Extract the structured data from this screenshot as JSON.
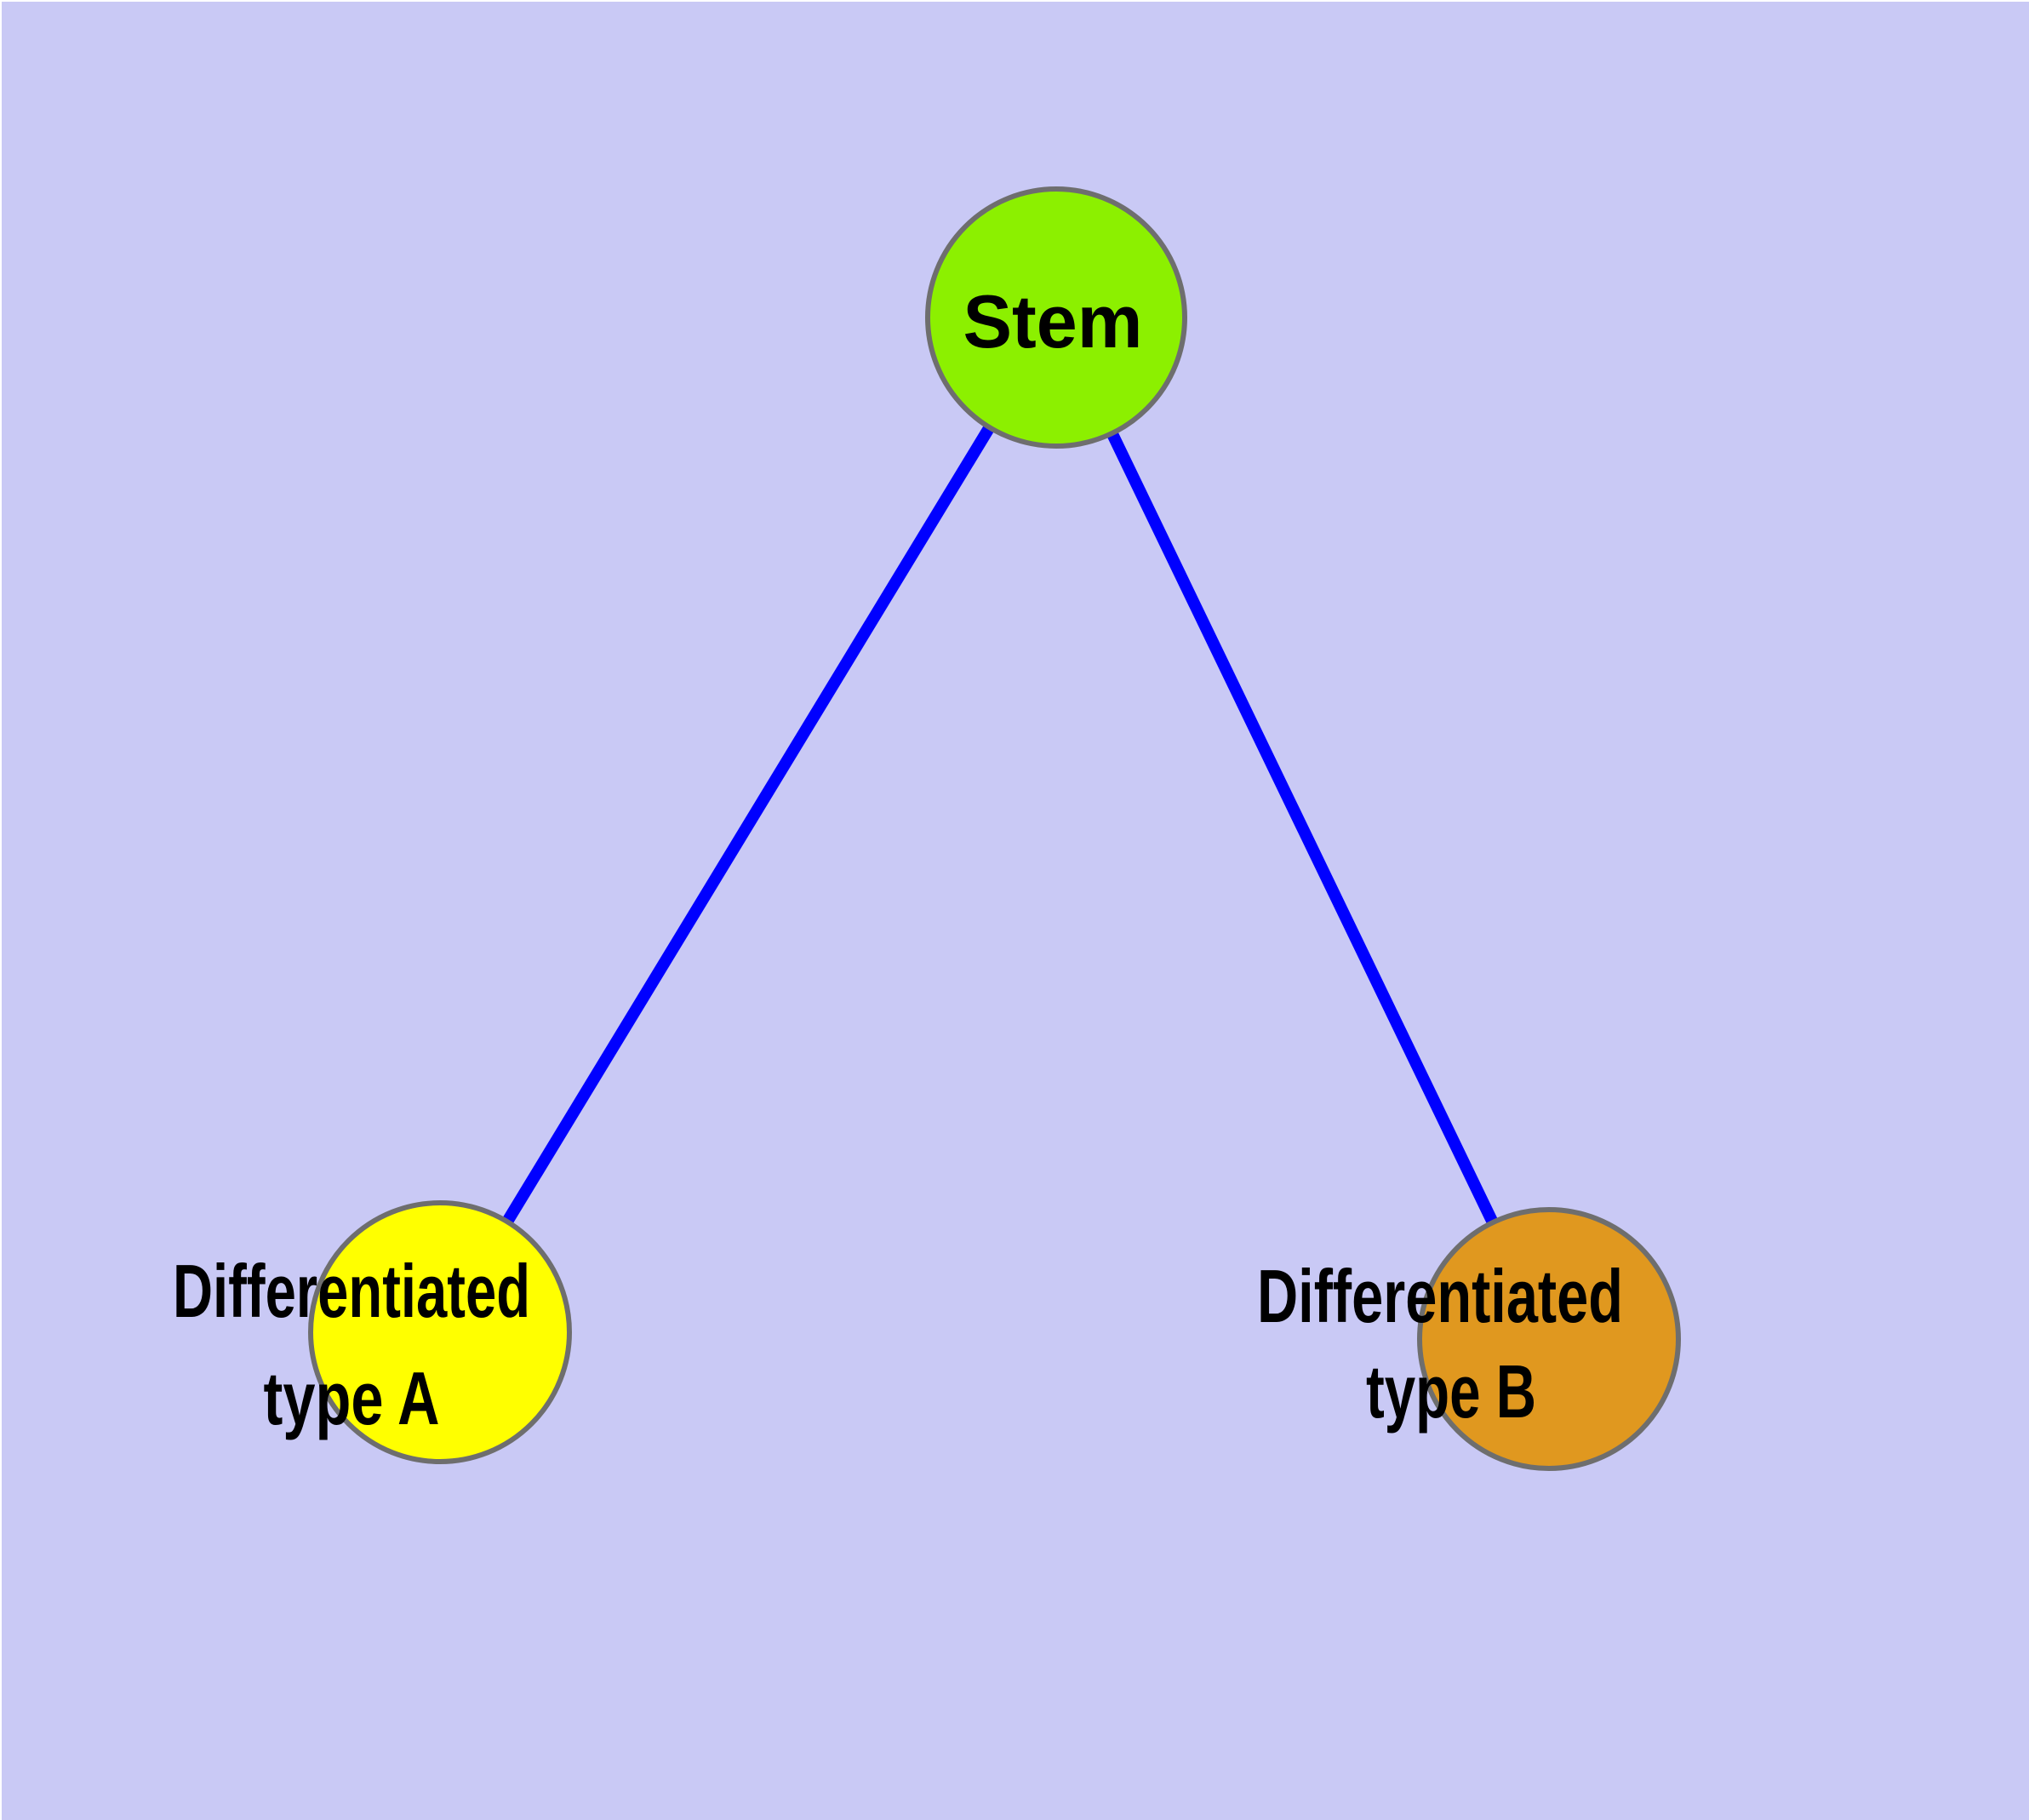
{
  "diagram": {
    "background_color": "#C9C9F5",
    "margin_color": "#FFFFFF",
    "edge_color": "#0000FF",
    "node_border_color": "#6E6E6E",
    "label_color": "#000000",
    "nodes": [
      {
        "id": "stem",
        "label": "Stem",
        "fill": "#8CF000"
      },
      {
        "id": "differentiated-type-a",
        "label_line1": "Differentiated",
        "label_line2": "type A",
        "fill": "#FFFF00"
      },
      {
        "id": "differentiated-type-b",
        "label_line1": "Differentiated",
        "label_line2": "type B",
        "fill": "#E0981F"
      }
    ],
    "edges": [
      {
        "from": "Stem",
        "to": "Differentiated type A"
      },
      {
        "from": "Stem",
        "to": "Differentiated type B"
      }
    ]
  }
}
